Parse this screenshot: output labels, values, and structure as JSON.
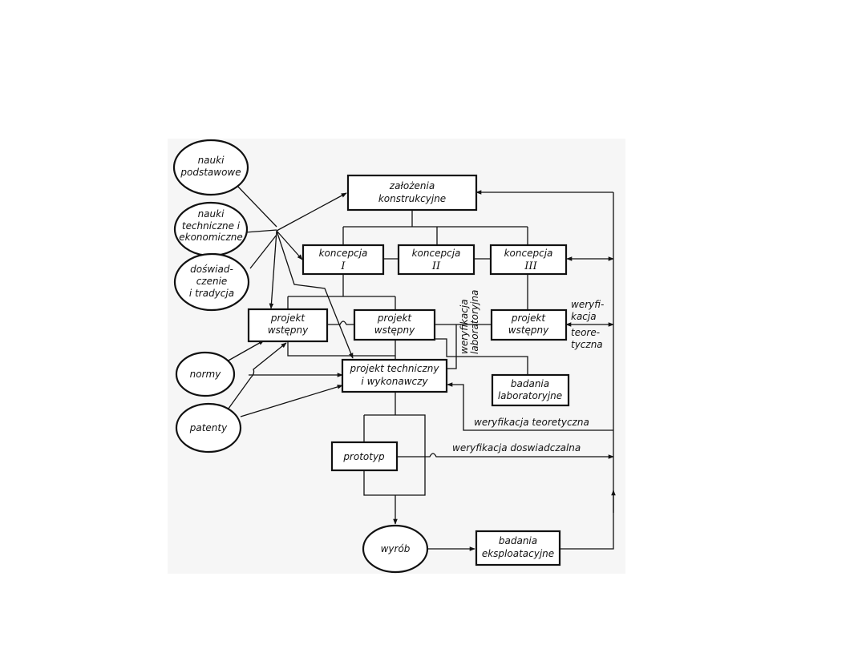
{
  "nodes": {
    "nauki_podstawowe": [
      "nauki",
      "podstawowe"
    ],
    "nauki_techniczne": [
      "nauki",
      "techniczne i",
      "ekonomiczne"
    ],
    "doswiadczenie": [
      "doświad-",
      "czenie",
      "i tradycja"
    ],
    "normy": [
      "normy"
    ],
    "patenty": [
      "patenty"
    ],
    "zalozenia": [
      "założenia",
      "konstrukcyjne"
    ],
    "koncepcja_1": [
      "koncepcja",
      "I"
    ],
    "koncepcja_2": [
      "koncepcja",
      "II"
    ],
    "koncepcja_3": [
      "koncepcja",
      "III"
    ],
    "projekt_wstepny_1": [
      "projekt",
      "wstępny"
    ],
    "projekt_wstepny_2": [
      "projekt",
      "wstępny"
    ],
    "projekt_wstepny_3": [
      "projekt",
      "wstępny"
    ],
    "projekt_techniczny": [
      "projekt techniczny",
      "i wykonawczy"
    ],
    "badania_laboratoryjne": [
      "badania",
      "laboratoryjne"
    ],
    "prototyp": [
      "prototyp"
    ],
    "wyrob": [
      "wyrób"
    ],
    "badania_eksploatacyjne": [
      "badania",
      "eksploatacyjne"
    ]
  },
  "labels": {
    "weryfikacja_teoretyczna_side": [
      "weryfi-",
      "kacja",
      "teore-",
      "tyczna"
    ],
    "weryfikacja_laboratoryjna": [
      "weryfikacja",
      "laboratoryjna"
    ],
    "weryfikacja_teoretyczna": "weryfikacja teoretyczna",
    "weryfikacja_doswiadczalna": "weryfikacja doswiadczalna"
  }
}
